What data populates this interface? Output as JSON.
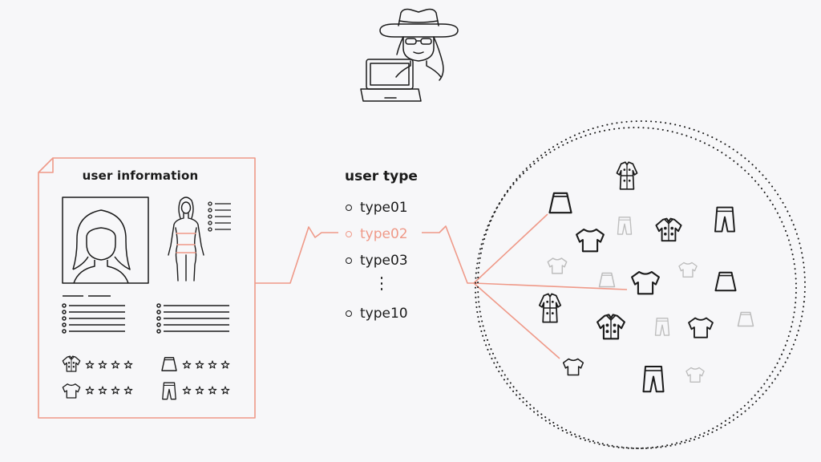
{
  "user_card": {
    "title": "user information"
  },
  "user_type": {
    "heading": "user type",
    "items": [
      "type01",
      "type02",
      "type03",
      "type10"
    ],
    "selected": "type02"
  },
  "colors": {
    "accent": "#ef9988",
    "ink": "#1a1a1a",
    "faded_item": "#bdbdbd",
    "background": "#f7f7f9"
  },
  "icons": {
    "top": "hacker-with-laptop-icon",
    "card_avatar": "woman-portrait-icon",
    "card_body": "body-measurement-icon",
    "ratings": [
      "shirt-icon",
      "skirt-icon",
      "tshirt-icon",
      "pants-icon"
    ],
    "rating_star": "star-icon",
    "cluster_items": [
      "dress-icon",
      "shirt-icon",
      "tshirt-icon",
      "pants-icon",
      "skirt-icon"
    ]
  }
}
